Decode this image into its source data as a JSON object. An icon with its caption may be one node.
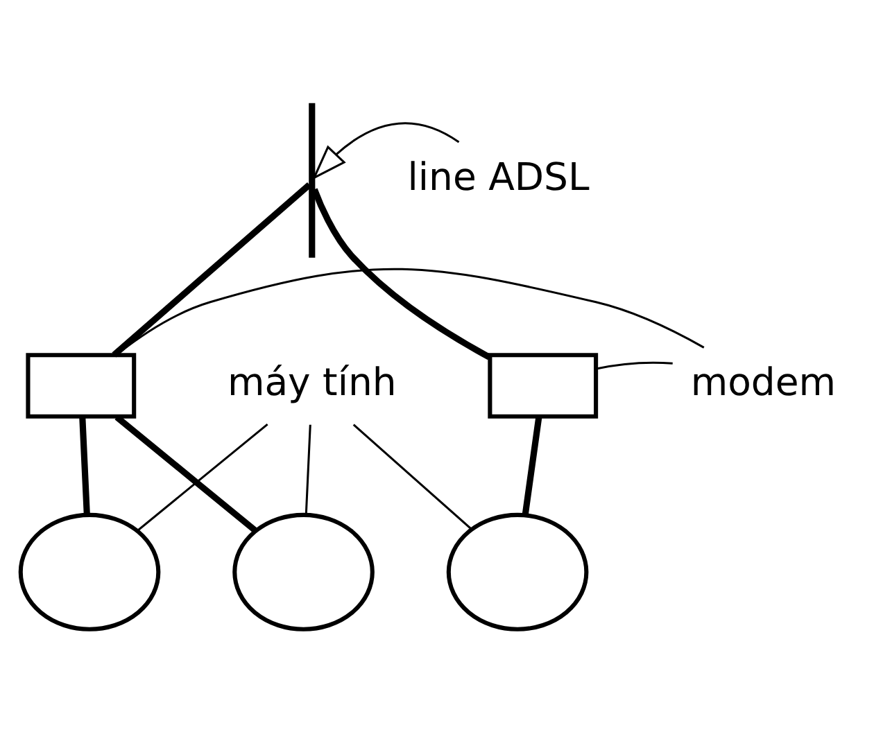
{
  "diagram": {
    "nodes": [
      {
        "text": [
          "line ADSL"
        ]
      },
      {
        "text": [
          "modem"
        ]
      },
      {
        "text": [],
        "shape": "bar"
      },
      {
        "text": [],
        "shape": "box"
      },
      {
        "text": [],
        "shape": "box"
      },
      {
        "text": [],
        "shape": "circle"
      },
      {
        "text": [],
        "shape": "circle"
      },
      {
        "text": [],
        "shape": "circle"
      },
      {
        "text": [
          "máy tính"
        ]
      }
    ],
    "edges": [
      {
        "from": 0,
        "to": 2,
        "arrow": "to"
      },
      {
        "from": 2,
        "to": 3,
        "arrow": "none",
        "style": "thick"
      },
      {
        "from": 2,
        "to": 4,
        "arrow": "none",
        "style": "thick"
      },
      {
        "from": 1,
        "to": 3,
        "arrow": "none"
      },
      {
        "from": 1,
        "to": 4,
        "arrow": "none"
      },
      {
        "from": 3,
        "to": 5,
        "arrow": "none",
        "style": "thick"
      },
      {
        "from": 3,
        "to": 6,
        "arrow": "none",
        "style": "thick"
      },
      {
        "from": 4,
        "to": 7,
        "arrow": "none",
        "style": "thick"
      },
      {
        "from": 8,
        "to": 5,
        "arrow": "none"
      },
      {
        "from": 8,
        "to": 6,
        "arrow": "none"
      },
      {
        "from": 8,
        "to": 7,
        "arrow": "none"
      }
    ]
  }
}
